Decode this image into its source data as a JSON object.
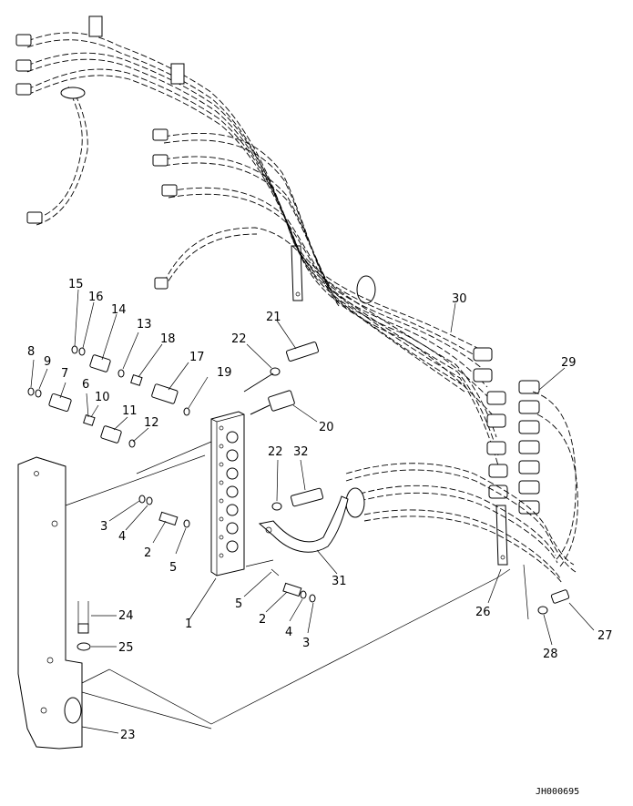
{
  "drawing_code": "JH000695",
  "callouts": [
    {
      "id": "c1",
      "text": "1"
    },
    {
      "id": "c2a",
      "text": "2"
    },
    {
      "id": "c2b",
      "text": "2"
    },
    {
      "id": "c3a",
      "text": "3"
    },
    {
      "id": "c3b",
      "text": "3"
    },
    {
      "id": "c4a",
      "text": "4"
    },
    {
      "id": "c4b",
      "text": "4"
    },
    {
      "id": "c5a",
      "text": "5"
    },
    {
      "id": "c5b",
      "text": "5"
    },
    {
      "id": "c6",
      "text": "6"
    },
    {
      "id": "c7",
      "text": "7"
    },
    {
      "id": "c8",
      "text": "8"
    },
    {
      "id": "c9",
      "text": "9"
    },
    {
      "id": "c10",
      "text": "10"
    },
    {
      "id": "c11",
      "text": "11"
    },
    {
      "id": "c12",
      "text": "12"
    },
    {
      "id": "c13",
      "text": "13"
    },
    {
      "id": "c14",
      "text": "14"
    },
    {
      "id": "c15",
      "text": "15"
    },
    {
      "id": "c16",
      "text": "16"
    },
    {
      "id": "c17",
      "text": "17"
    },
    {
      "id": "c18",
      "text": "18"
    },
    {
      "id": "c19",
      "text": "19"
    },
    {
      "id": "c20",
      "text": "20"
    },
    {
      "id": "c21",
      "text": "21"
    },
    {
      "id": "c22a",
      "text": "22"
    },
    {
      "id": "c22b",
      "text": "22"
    },
    {
      "id": "c23",
      "text": "23"
    },
    {
      "id": "c24",
      "text": "24"
    },
    {
      "id": "c25",
      "text": "25"
    },
    {
      "id": "c26",
      "text": "26"
    },
    {
      "id": "c27",
      "text": "27"
    },
    {
      "id": "c28",
      "text": "28"
    },
    {
      "id": "c29",
      "text": "29"
    },
    {
      "id": "c30",
      "text": "30"
    },
    {
      "id": "c31",
      "text": "31"
    },
    {
      "id": "c32",
      "text": "32"
    }
  ]
}
